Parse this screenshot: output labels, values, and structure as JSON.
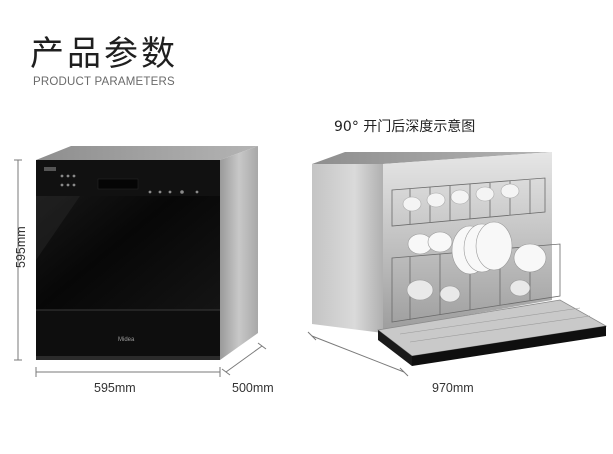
{
  "heading": {
    "title": "产品参数",
    "subtitle": "PRODUCT PARAMETERS"
  },
  "caption": "90° 开门后深度示意图",
  "dimensions": {
    "height": "595mm",
    "width": "595mm",
    "depth": "500mm",
    "open_depth": "970mm"
  },
  "brand": "Midea",
  "colors": {
    "background": "#ffffff",
    "front_panel": "#0c0c0c",
    "side_steel": "#b8b8b8"
  }
}
